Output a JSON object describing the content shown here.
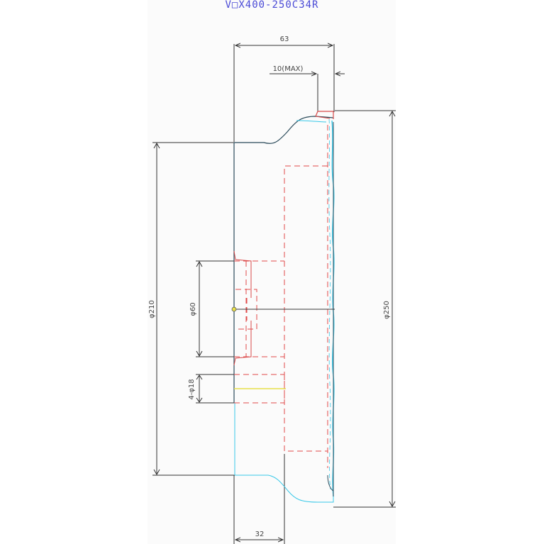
{
  "drawing": {
    "title": "V□X400-250C34R",
    "dimensions": {
      "overall_length": "63",
      "max_offset": "10(MAX)",
      "outer_diameter": "φ250",
      "flange_diameter": "φ210",
      "hub_diameter": "φ60",
      "bolt_holes": "4-φ18",
      "hub_length": "32"
    },
    "colors": {
      "title": "#4a4ad6",
      "outline": "#2a4a5a",
      "dimension_line": "#333333",
      "hidden_line": "#e04848",
      "cyan_edge": "#38c8e8",
      "center_mark": "#e8e04a"
    }
  }
}
